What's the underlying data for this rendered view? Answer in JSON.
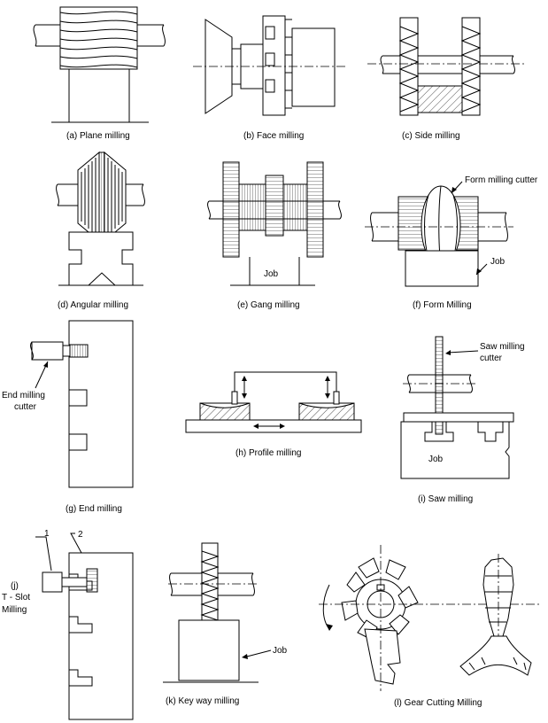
{
  "captions": {
    "a": "(a) Plane milling",
    "b": "(b) Face milling",
    "c": "(c) Side milling",
    "d": "(d) Angular milling",
    "e": "(e) Gang milling",
    "f": "(f) Form Milling",
    "g": "(g) End milling",
    "h": "(h) Profile milling",
    "i": "(i)  Saw milling",
    "j_line1": "(j)",
    "j_line2": "T - Slot",
    "j_line3": "Milling",
    "k": "(k) Key way milling",
    "l": "(l) Gear Cutting Milling"
  },
  "labels": {
    "job": "Job",
    "form_cutter": "Form milling cutter",
    "end_cutter_1": "End milling",
    "end_cutter_2": "cutter",
    "saw_cutter_1": "Saw milling",
    "saw_cutter_2": "cutter",
    "num_1": "1",
    "num_2": "2"
  }
}
